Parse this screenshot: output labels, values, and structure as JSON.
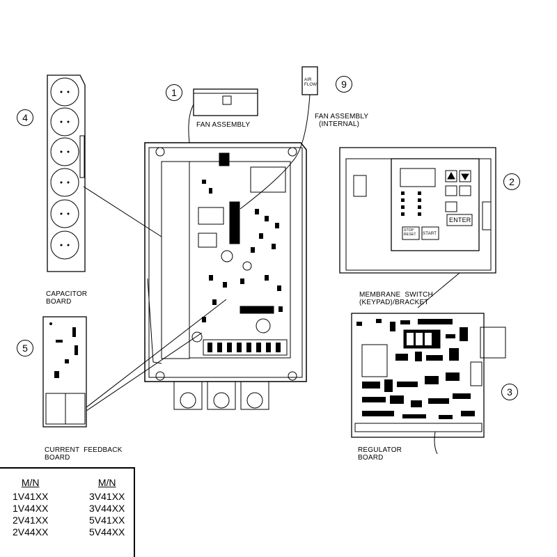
{
  "callouts": {
    "fan": "1",
    "keypad": "2",
    "regulator": "3",
    "capacitor": "4",
    "current_feedback": "5",
    "internal_fan": "9"
  },
  "labels": {
    "fan_assembly": "FAN ASSEMBLY",
    "fan_internal_1": "FAN ASSEMBLY",
    "fan_internal_2": "(INTERNAL)",
    "air_flow": "AIR\nFLOW",
    "capacitor_1": "CAPACITOR",
    "capacitor_2": "BOARD",
    "current_feedback_1": "CURRENT  FEEDBACK",
    "current_feedback_2": "BOARD",
    "membrane_1": "MEMBRANE  SWITCH",
    "membrane_2": "(KEYPAD)/BRACKET",
    "regulator_1": "REGULATOR",
    "regulator_2": "BOARD"
  },
  "keypad": {
    "enter": "ENTER",
    "start": "START",
    "stop_reset": "STOP\nRESET"
  },
  "model_table": {
    "col1_header": "M/N",
    "col2_header": "M/N",
    "col1": [
      "1V41XX",
      "1V44XX",
      "2V41XX",
      "2V44XX"
    ],
    "col2": [
      "3V41XX",
      "3V44XX",
      "5V41XX",
      "5V44XX"
    ]
  }
}
